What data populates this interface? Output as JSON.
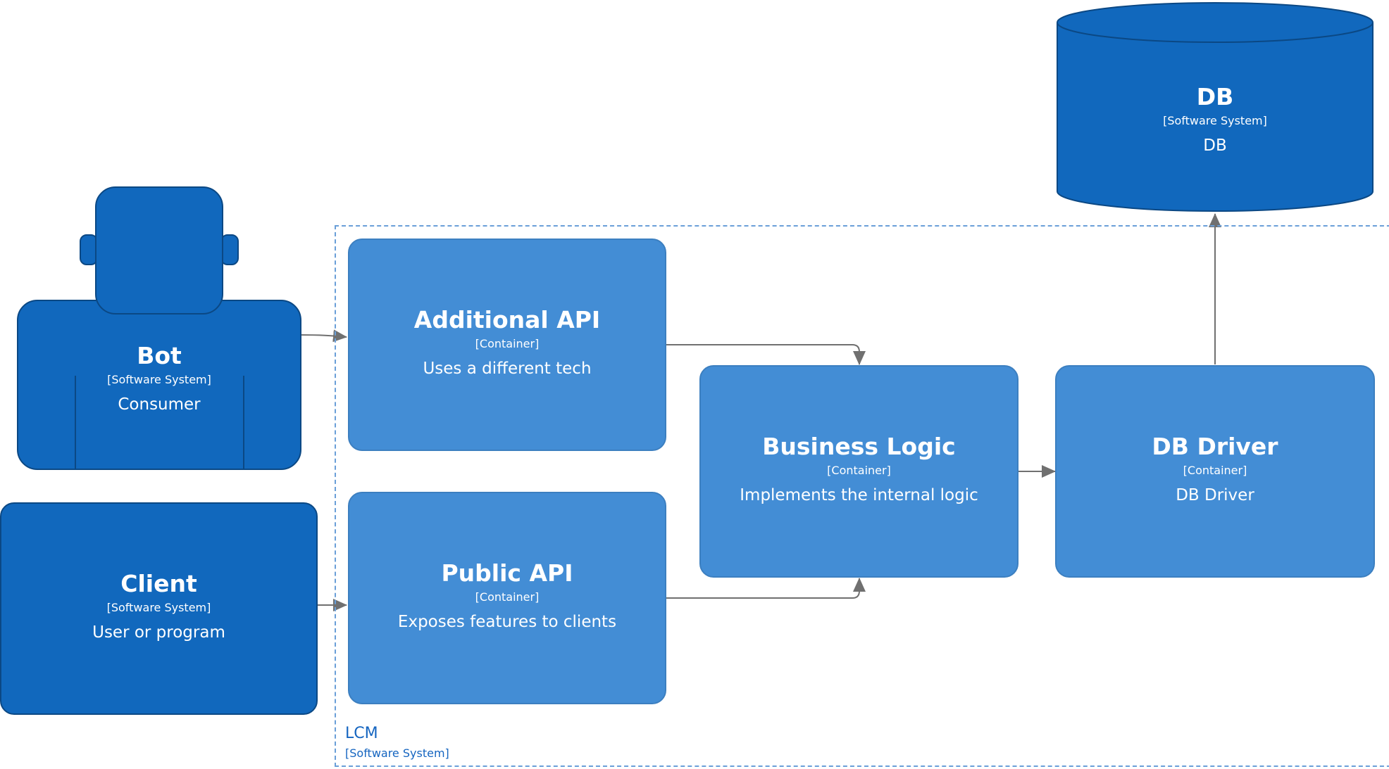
{
  "boundary": {
    "name": "LCM",
    "type": "[Software System]"
  },
  "elements": {
    "db": {
      "title": "DB",
      "type": "[Software System]",
      "description": "DB"
    },
    "bot": {
      "title": "Bot",
      "type": "[Software System]",
      "description": "Consumer"
    },
    "client": {
      "title": "Client",
      "type": "[Software System]",
      "description": "User or program"
    },
    "additional_api": {
      "title": "Additional API",
      "type": "[Container]",
      "description": "Uses a different tech"
    },
    "public_api": {
      "title": "Public API",
      "type": "[Container]",
      "description": "Exposes features to clients"
    },
    "business_logic": {
      "title": "Business Logic",
      "type": "[Container]",
      "description": "Implements the internal logic"
    },
    "db_driver": {
      "title": "DB Driver",
      "type": "[Container]",
      "description": "DB Driver"
    }
  },
  "colors": {
    "software_system": "#1168bd",
    "container": "#438dd5",
    "boundary": "#6a9fd8",
    "edge": "#707070"
  },
  "relationships": [
    {
      "from": "bot",
      "to": "additional_api"
    },
    {
      "from": "client",
      "to": "public_api"
    },
    {
      "from": "additional_api",
      "to": "business_logic"
    },
    {
      "from": "public_api",
      "to": "business_logic"
    },
    {
      "from": "business_logic",
      "to": "db_driver"
    },
    {
      "from": "db_driver",
      "to": "db"
    }
  ]
}
